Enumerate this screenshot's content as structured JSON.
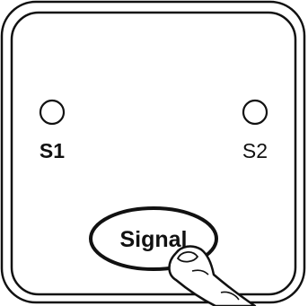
{
  "panel": {
    "indicators": [
      {
        "label": "S1",
        "icon": "led-indicator-icon",
        "state": "off"
      },
      {
        "label": "S2",
        "icon": "led-indicator-icon",
        "state": "off"
      }
    ],
    "signal_button": {
      "label": "Signal"
    },
    "hand_icon": "pointing-finger-icon"
  }
}
